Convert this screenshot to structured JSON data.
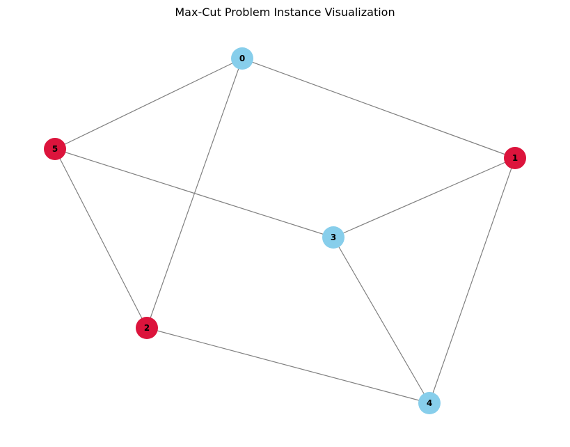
{
  "title": "Max-Cut Problem Instance Visualization",
  "colors": {
    "set_a": "#87CEEB",
    "set_b": "#DC143C",
    "edge": "#808080",
    "label": "#000000"
  },
  "graph": {
    "nodes": [
      {
        "id": "0",
        "label": "0",
        "group": "set_a"
      },
      {
        "id": "1",
        "label": "1",
        "group": "set_b"
      },
      {
        "id": "2",
        "label": "2",
        "group": "set_b"
      },
      {
        "id": "3",
        "label": "3",
        "group": "set_a"
      },
      {
        "id": "4",
        "label": "4",
        "group": "set_a"
      },
      {
        "id": "5",
        "label": "5",
        "group": "set_b"
      }
    ],
    "edges": [
      {
        "source": "0",
        "target": "1"
      },
      {
        "source": "0",
        "target": "2"
      },
      {
        "source": "0",
        "target": "5"
      },
      {
        "source": "1",
        "target": "3"
      },
      {
        "source": "1",
        "target": "4"
      },
      {
        "source": "2",
        "target": "4"
      },
      {
        "source": "2",
        "target": "5"
      },
      {
        "source": "3",
        "target": "4"
      },
      {
        "source": "3",
        "target": "5"
      }
    ]
  }
}
